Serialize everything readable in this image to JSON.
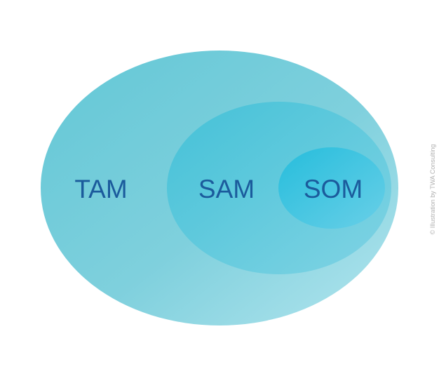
{
  "labels": {
    "tam": "TAM",
    "sam": "SAM",
    "som": "SOM"
  },
  "credit": "© Illustration by TWA Consulting",
  "colors": {
    "text": "#1b5b9c",
    "tam": "#72cbd9",
    "sam": "#4bc3d9",
    "som": "#2bbfdc"
  }
}
